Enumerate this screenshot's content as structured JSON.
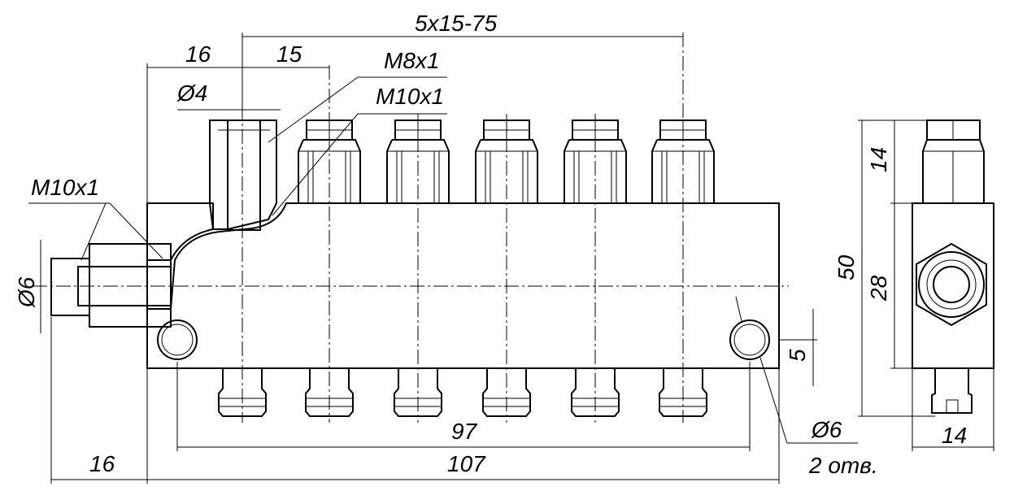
{
  "title": "Manifold block drawing",
  "dimensions": {
    "pitch": "5x15-75",
    "offset_top": "16",
    "first_pitch": "15",
    "thread_m8": "M8x1",
    "hole_d4": "Ø4",
    "thread_m10_top": "M10x1",
    "thread_m10_left": "M10x1",
    "left_diameter": "Ø6",
    "length_97": "97",
    "length_107": "107",
    "offset_bottom": "16",
    "hole_diameter": "Ø6",
    "hole_count": "2 отв.",
    "hole_offset": "5",
    "height_50": "50",
    "height_14": "14",
    "height_28": "28",
    "width_14": "14"
  }
}
